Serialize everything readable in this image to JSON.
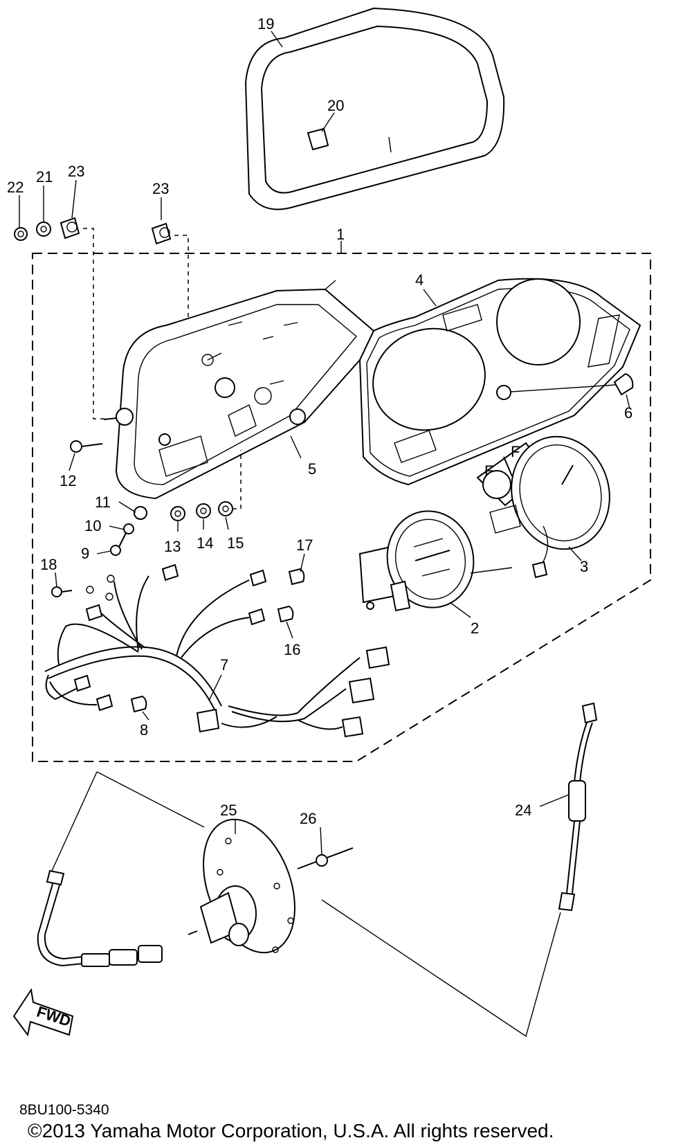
{
  "parts": [
    {
      "no": "1"
    },
    {
      "no": "2"
    },
    {
      "no": "3"
    },
    {
      "no": "4"
    },
    {
      "no": "5"
    },
    {
      "no": "6"
    },
    {
      "no": "7"
    },
    {
      "no": "8"
    },
    {
      "no": "9"
    },
    {
      "no": "10"
    },
    {
      "no": "11"
    },
    {
      "no": "12"
    },
    {
      "no": "13"
    },
    {
      "no": "14"
    },
    {
      "no": "15"
    },
    {
      "no": "16"
    },
    {
      "no": "17"
    },
    {
      "no": "18"
    },
    {
      "no": "19"
    },
    {
      "no": "20"
    },
    {
      "no": "21"
    },
    {
      "no": "22"
    },
    {
      "no": "23"
    },
    {
      "no": "24"
    },
    {
      "no": "25"
    },
    {
      "no": "26"
    }
  ],
  "extra_label": {
    "no": "23"
  },
  "gauge": {
    "fuel_empty": "E",
    "fuel_full": "F"
  },
  "fwd_label": "FWD",
  "drawing_number": "8BU100-5340",
  "copyright": "©2013 Yamaha Motor Corporation, U.S.A. All rights reserved."
}
